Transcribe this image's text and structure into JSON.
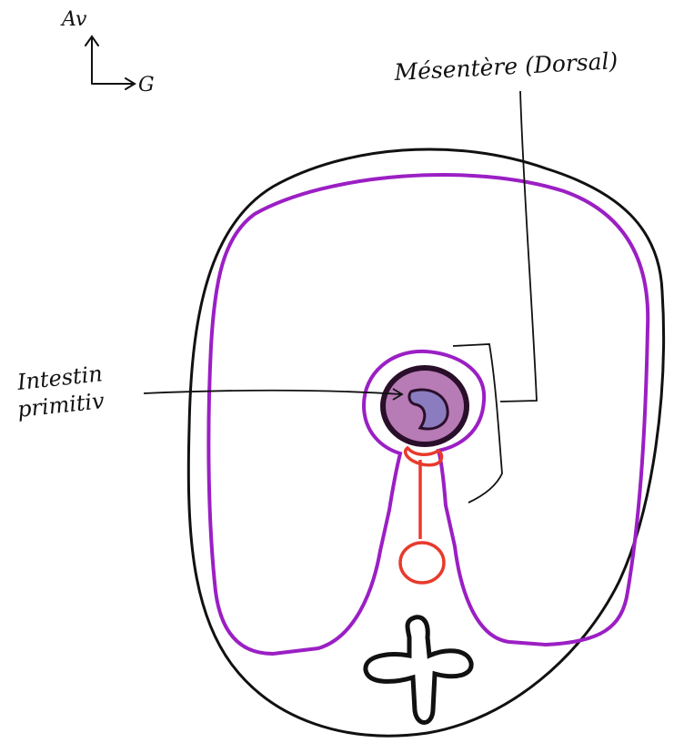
{
  "orientation": {
    "up_label": "Av",
    "right_label": "G",
    "icon": "orientation-arrows-icon"
  },
  "labels": {
    "mesentere": "Mésentère (Dorsal)",
    "intestin_line1": "Intestin",
    "intestin_line2": "primitiv"
  },
  "colors": {
    "outline": "#111111",
    "serosa": "#9b1fc4",
    "intestine_fill": "#b77bb6",
    "intestine_ring": "#2a0f2a",
    "lumen": "#8b7cc0",
    "vessel": "#e83a2c",
    "background": "#ffffff"
  }
}
